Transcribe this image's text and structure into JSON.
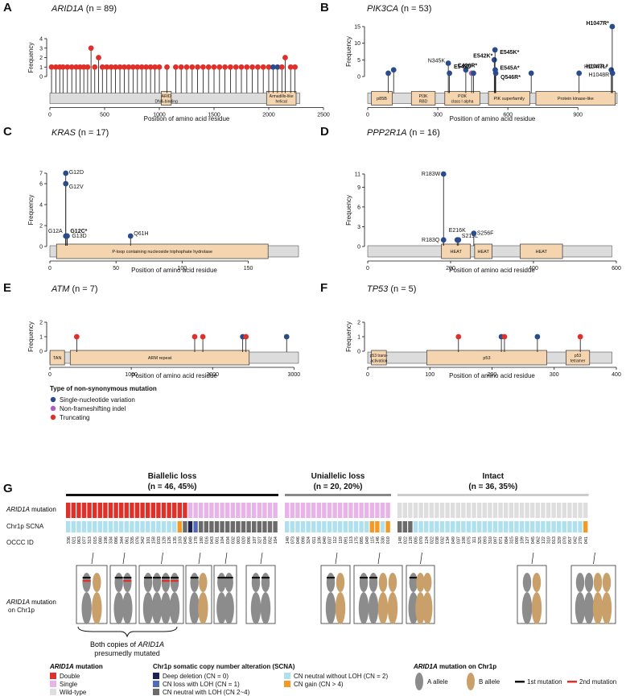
{
  "panels": [
    {
      "letter": "A",
      "gene": "ARID1A",
      "count": " (n = 89)",
      "ymax": 4,
      "yticks": [
        0,
        1,
        2,
        3,
        4
      ],
      "xmax": 2500,
      "xticks": [
        0,
        500,
        1000,
        1500,
        2000,
        2500
      ],
      "ylabel": "Frequency",
      "xlabel": "Position of amino acid residue",
      "protein_len": 2285,
      "domains": [
        {
          "start": 1018,
          "end": 1109,
          "label": "ARID\nDNA-binding"
        },
        {
          "start": 1980,
          "end": 2250,
          "label": "Armadillo-like\nhelical"
        }
      ],
      "mutations": [
        {
          "pos": 15,
          "freq": 1,
          "type": "trunc"
        },
        {
          "pos": 55,
          "freq": 1,
          "type": "trunc"
        },
        {
          "pos": 90,
          "freq": 1,
          "type": "trunc"
        },
        {
          "pos": 120,
          "freq": 1,
          "type": "trunc"
        },
        {
          "pos": 160,
          "freq": 1,
          "type": "trunc"
        },
        {
          "pos": 200,
          "freq": 1,
          "type": "trunc"
        },
        {
          "pos": 240,
          "freq": 1,
          "type": "trunc"
        },
        {
          "pos": 275,
          "freq": 1,
          "type": "trunc"
        },
        {
          "pos": 310,
          "freq": 1,
          "type": "trunc"
        },
        {
          "pos": 345,
          "freq": 1,
          "type": "trunc"
        },
        {
          "pos": 376,
          "freq": 3,
          "type": "trunc"
        },
        {
          "pos": 410,
          "freq": 1,
          "type": "trunc"
        },
        {
          "pos": 445,
          "freq": 2,
          "type": "trunc"
        },
        {
          "pos": 480,
          "freq": 1,
          "type": "trunc"
        },
        {
          "pos": 520,
          "freq": 1,
          "type": "trunc"
        },
        {
          "pos": 560,
          "freq": 1,
          "type": "trunc"
        },
        {
          "pos": 600,
          "freq": 1,
          "type": "trunc"
        },
        {
          "pos": 640,
          "freq": 1,
          "type": "trunc"
        },
        {
          "pos": 680,
          "freq": 1,
          "type": "trunc"
        },
        {
          "pos": 720,
          "freq": 1,
          "type": "trunc"
        },
        {
          "pos": 760,
          "freq": 1,
          "type": "trunc"
        },
        {
          "pos": 800,
          "freq": 1,
          "type": "trunc"
        },
        {
          "pos": 840,
          "freq": 1,
          "type": "trunc"
        },
        {
          "pos": 880,
          "freq": 1,
          "type": "trunc"
        },
        {
          "pos": 920,
          "freq": 1,
          "type": "trunc"
        },
        {
          "pos": 960,
          "freq": 1,
          "type": "trunc"
        },
        {
          "pos": 1000,
          "freq": 1,
          "type": "trunc"
        },
        {
          "pos": 1070,
          "freq": 1,
          "type": "trunc"
        },
        {
          "pos": 1150,
          "freq": 1,
          "type": "trunc"
        },
        {
          "pos": 1200,
          "freq": 1,
          "type": "trunc"
        },
        {
          "pos": 1250,
          "freq": 1,
          "type": "trunc"
        },
        {
          "pos": 1300,
          "freq": 1,
          "type": "trunc"
        },
        {
          "pos": 1350,
          "freq": 1,
          "type": "trunc"
        },
        {
          "pos": 1400,
          "freq": 1,
          "type": "trunc"
        },
        {
          "pos": 1450,
          "freq": 1,
          "type": "trunc"
        },
        {
          "pos": 1500,
          "freq": 1,
          "type": "trunc"
        },
        {
          "pos": 1550,
          "freq": 1,
          "type": "trunc"
        },
        {
          "pos": 1600,
          "freq": 1,
          "type": "trunc"
        },
        {
          "pos": 1650,
          "freq": 1,
          "type": "trunc"
        },
        {
          "pos": 1700,
          "freq": 1,
          "type": "trunc"
        },
        {
          "pos": 1750,
          "freq": 1,
          "type": "trunc"
        },
        {
          "pos": 1800,
          "freq": 1,
          "type": "trunc"
        },
        {
          "pos": 1850,
          "freq": 1,
          "type": "trunc"
        },
        {
          "pos": 1900,
          "freq": 1,
          "type": "trunc"
        },
        {
          "pos": 1950,
          "freq": 1,
          "type": "trunc"
        },
        {
          "pos": 2000,
          "freq": 1,
          "type": "trunc"
        },
        {
          "pos": 2040,
          "freq": 1,
          "type": "snv"
        },
        {
          "pos": 2080,
          "freq": 1,
          "type": "snv"
        },
        {
          "pos": 2120,
          "freq": 1,
          "type": "trunc"
        },
        {
          "pos": 2150,
          "freq": 2,
          "type": "trunc"
        },
        {
          "pos": 2200,
          "freq": 1,
          "type": "trunc"
        },
        {
          "pos": 2240,
          "freq": 1,
          "type": "trunc"
        }
      ]
    },
    {
      "letter": "B",
      "gene": "PIK3CA",
      "count": " (n = 53)",
      "ymax": 15,
      "yticks": [
        0,
        5,
        10,
        15
      ],
      "xmax": 1068,
      "xticks": [
        0,
        300,
        600,
        900
      ],
      "ylabel": "Frequency",
      "xlabel": "Position of amino acid residue",
      "protein_len": 1068,
      "domains": [
        {
          "start": 16,
          "end": 105,
          "label": "p85B"
        },
        {
          "start": 187,
          "end": 289,
          "label": "PI3K\nRBD"
        },
        {
          "start": 330,
          "end": 480,
          "label": "PI3K\nclass I alpha"
        },
        {
          "start": 517,
          "end": 694,
          "label": "PIK superfamily"
        },
        {
          "start": 720,
          "end": 1060,
          "label": "Protein kinase-like"
        }
      ],
      "mutations": [
        {
          "pos": 88,
          "freq": 1,
          "type": "snv"
        },
        {
          "pos": 111,
          "freq": 2,
          "type": "snv"
        },
        {
          "pos": 345,
          "freq": 4,
          "type": "snv",
          "label": "N345K"
        },
        {
          "pos": 350,
          "freq": 1,
          "type": "snv"
        },
        {
          "pos": 420,
          "freq": 2,
          "type": "snv",
          "label": "C420R*"
        },
        {
          "pos": 445,
          "freq": 1,
          "type": "indel",
          "label": "E545D*"
        },
        {
          "pos": 453,
          "freq": 1,
          "type": "snv"
        },
        {
          "pos": 542,
          "freq": 5,
          "type": "snv",
          "label": "E542K*"
        },
        {
          "pos": 545,
          "freq": 8,
          "type": "snv",
          "label": "E545K*"
        },
        {
          "pos": 546,
          "freq": 2,
          "type": "snv",
          "label": "E545A*"
        },
        {
          "pos": 548,
          "freq": 1,
          "type": "snv",
          "label": "Q546R*"
        },
        {
          "pos": 700,
          "freq": 1,
          "type": "snv"
        },
        {
          "pos": 905,
          "freq": 1,
          "type": "snv"
        },
        {
          "pos": 1043,
          "freq": 2,
          "type": "snv",
          "label": "H1047L*"
        },
        {
          "pos": 1047,
          "freq": 15,
          "type": "snv",
          "label": "H1047R*"
        },
        {
          "pos": 1048,
          "freq": 1,
          "type": "snv",
          "label": "H1048R"
        }
      ],
      "extra_labels": [
        "H1047R+"
      ]
    },
    {
      "letter": "C",
      "gene": "KRAS",
      "count": " (n = 17)",
      "ymax": 7,
      "yticks": [
        0,
        2,
        4,
        6,
        7
      ],
      "xmax": 188,
      "xticks": [
        0,
        50,
        100,
        150
      ],
      "ylabel": "Frequency",
      "xlabel": "Position of amino acid residue",
      "protein_len": 188,
      "domains": [
        {
          "start": 5,
          "end": 165,
          "label": "P-loop containing nucleoside triphophate hydrolase"
        }
      ],
      "mutations": [
        {
          "pos": 12,
          "freq": 7,
          "type": "snv",
          "label": "G12D"
        },
        {
          "pos": 12,
          "freq": 6,
          "type": "snv",
          "label": "G12V"
        },
        {
          "pos": 12,
          "freq": 1,
          "type": "snv",
          "label": "G12A"
        },
        {
          "pos": 13,
          "freq": 1,
          "type": "snv",
          "label": "G12C*"
        },
        {
          "pos": 13,
          "freq": 1,
          "type": "snv",
          "label": "G13D"
        },
        {
          "pos": 61,
          "freq": 1,
          "type": "snv",
          "label": "Q61H"
        }
      ]
    },
    {
      "letter": "D",
      "gene": "PPP2R1A",
      "count": " (n = 16)",
      "ymax": 11,
      "yticks": [
        0,
        3,
        6,
        9,
        11
      ],
      "xmax": 600,
      "xticks": [
        0,
        200,
        400,
        600
      ],
      "ylabel": "Frequency",
      "xlabel": "Position of amino acid residue",
      "protein_len": 589,
      "domains": [
        {
          "start": 178,
          "end": 248,
          "label": "HEAT"
        },
        {
          "start": 258,
          "end": 300,
          "label": "HEAT"
        },
        {
          "start": 368,
          "end": 470,
          "label": "HEAT"
        }
      ],
      "mutations": [
        {
          "pos": 183,
          "freq": 11,
          "type": "snv",
          "label": "R183W"
        },
        {
          "pos": 183,
          "freq": 1,
          "type": "snv",
          "label": "R183Q"
        },
        {
          "pos": 216,
          "freq": 1,
          "type": "snv",
          "label": "E216K"
        },
        {
          "pos": 219,
          "freq": 1,
          "type": "snv",
          "label": "S219L"
        },
        {
          "pos": 256,
          "freq": 2,
          "type": "snv",
          "label": "S256F"
        }
      ]
    },
    {
      "letter": "E",
      "gene": "ATM",
      "count": " (n = 7)",
      "ymax": 2,
      "yticks": [
        0,
        1,
        2
      ],
      "xmax": 3056,
      "xticks": [
        0,
        1000,
        2000,
        3000
      ],
      "ylabel": "Frequency",
      "xlabel": "Position of amino acid residue",
      "protein_len": 3056,
      "domains": [
        {
          "start": 1,
          "end": 180,
          "label": "TAN"
        },
        {
          "start": 250,
          "end": 2450,
          "label": "ARM repeat"
        }
      ],
      "mutations": [
        {
          "pos": 330,
          "freq": 1,
          "type": "trunc"
        },
        {
          "pos": 1780,
          "freq": 1,
          "type": "trunc"
        },
        {
          "pos": 1880,
          "freq": 1,
          "type": "trunc"
        },
        {
          "pos": 2370,
          "freq": 1,
          "type": "snv"
        },
        {
          "pos": 2410,
          "freq": 1,
          "type": "trunc"
        },
        {
          "pos": 2910,
          "freq": 1,
          "type": "snv"
        }
      ]
    },
    {
      "letter": "F",
      "gene": "TP53",
      "count": " (n = 5)",
      "ymax": 2,
      "yticks": [
        0,
        1,
        2
      ],
      "xmax": 400,
      "xticks": [
        0,
        100,
        200,
        300,
        400
      ],
      "ylabel": "Frequency",
      "xlabel": "Position of amino acid residue",
      "protein_len": 393,
      "domains": [
        {
          "start": 6,
          "end": 30,
          "label": "p53 trans-\nactivation"
        },
        {
          "start": 95,
          "end": 288,
          "label": "p53"
        },
        {
          "start": 319,
          "end": 357,
          "label": "p53\ntetramer"
        }
      ],
      "mutations": [
        {
          "pos": 146,
          "freq": 1,
          "type": "trunc"
        },
        {
          "pos": 215,
          "freq": 1,
          "type": "snv"
        },
        {
          "pos": 220,
          "freq": 1,
          "type": "trunc"
        },
        {
          "pos": 273,
          "freq": 1,
          "type": "snv"
        },
        {
          "pos": 342,
          "freq": 1,
          "type": "trunc"
        }
      ]
    }
  ],
  "mutation_legend": {
    "title": "Type of non-synonymous mutation",
    "items": [
      {
        "type": "snv",
        "label": "Single-nucleotide variation",
        "color": "#2b4c8c"
      },
      {
        "type": "indel",
        "label": "Non-frameshifting indel",
        "color": "#b05dbd"
      },
      {
        "type": "trunc",
        "label": "Truncating",
        "color": "#e0302a"
      }
    ]
  },
  "panel_g": {
    "letter": "G",
    "groups": [
      {
        "title": "Biallelic loss",
        "subtitle": "(n = 46, 45%)",
        "color": "#111111"
      },
      {
        "title": "Uniallelic loss",
        "subtitle": "(n = 20, 20%)",
        "color": "#888888"
      },
      {
        "title": "Intact",
        "subtitle": "(n = 36, 35%)",
        "color": "#cccccc"
      }
    ],
    "row_labels": {
      "arid": "ARID1A",
      "arid_suffix": " mutation",
      "scna": "Chr1p SCNA",
      "id": "OCCC ID",
      "chr_line1_italic": "ARID1A",
      "chr_line1": " mutation",
      "chr_line2": "on Chr1p"
    },
    "ids": [
      "336",
      "021",
      "063",
      "077",
      "313",
      "015",
      "080",
      "106",
      "334",
      "086",
      "344",
      "061",
      "335",
      "076",
      "342",
      "101",
      "158",
      "033",
      "128",
      "126",
      "135",
      "103",
      "045",
      "049",
      "178",
      "180",
      "016",
      "043",
      "001",
      "104",
      "034",
      "032",
      "003",
      "020",
      "096",
      "107",
      "327",
      "034",
      "052",
      "164",
      "140",
      "073",
      "046",
      "098",
      "324",
      "011",
      "106",
      "040",
      "037",
      "112",
      "119",
      "091",
      "113",
      "175",
      "085",
      "049",
      "115",
      "146",
      "330",
      "010",
      "148",
      "022",
      "128",
      "005",
      "070",
      "124",
      "022",
      "038",
      "032",
      "134",
      "049",
      "037",
      "108",
      "075",
      "111",
      "325",
      "093",
      "310",
      "097",
      "071",
      "084",
      "315",
      "090",
      "109",
      "127",
      "045",
      "062",
      "122",
      "310",
      "013",
      "329",
      "070",
      "057",
      "042",
      "270",
      "041"
    ],
    "arid_status": [
      "d",
      "d",
      "d",
      "d",
      "d",
      "d",
      "d",
      "d",
      "d",
      "d",
      "d",
      "d",
      "d",
      "d",
      "d",
      "d",
      "d",
      "d",
      "d",
      "d",
      "d",
      "d",
      "d",
      "s",
      "s",
      "s",
      "s",
      "s",
      "s",
      "s",
      "s",
      "s",
      "s",
      "s",
      "s",
      "s",
      "s",
      "s",
      "s",
      "s",
      "s",
      "s",
      "s",
      "s",
      "s",
      "s",
      "s",
      "s",
      "s",
      "s",
      "s",
      "s",
      "s",
      "s",
      "s",
      "s",
      "s",
      "s",
      "s",
      "s",
      "w",
      "w",
      "w",
      "w",
      "w",
      "w",
      "w",
      "w",
      "w",
      "w",
      "w",
      "w",
      "w",
      "w",
      "w",
      "w",
      "w",
      "w",
      "w",
      "w",
      "w",
      "w",
      "w",
      "w",
      "w",
      "w",
      "w",
      "w",
      "w",
      "w",
      "w",
      "w",
      "w",
      "w",
      "w",
      "w"
    ],
    "scna_status": [
      "cn2",
      "cn2",
      "cn2",
      "cn2",
      "cn2",
      "cn2",
      "cn2",
      "cn2",
      "cn2",
      "cn2",
      "cn2",
      "cn2",
      "cn2",
      "cn2",
      "cn2",
      "cn2",
      "cn2",
      "cn2",
      "cn2",
      "cn2",
      "cn2",
      "cngain",
      "lohn",
      "del",
      "loh1",
      "lohn",
      "lohn",
      "lohn",
      "lohn",
      "lohn",
      "lohn",
      "lohn",
      "lohn",
      "lohn",
      "lohn",
      "lohn",
      "lohn",
      "lohn",
      "lohn",
      "lohn",
      "cn2",
      "cn2",
      "cn2",
      "cn2",
      "cn2",
      "cn2",
      "cn2",
      "cn2",
      "cn2",
      "cn2",
      "cn2",
      "cn2",
      "cn2",
      "cn2",
      "cn2",
      "cn2",
      "cngain",
      "cngain",
      "cn2",
      "cngain",
      "lohn",
      "lohn",
      "lohn",
      "cn2",
      "cn2",
      "cn2",
      "cn2",
      "cn2",
      "cn2",
      "cn2",
      "cn2",
      "cn2",
      "cn2",
      "cn2",
      "cn2",
      "cn2",
      "cn2",
      "cn2",
      "cn2",
      "cn2",
      "cn2",
      "cn2",
      "cn2",
      "cn2",
      "cn2",
      "cn2",
      "cn2",
      "cn2",
      "cn2",
      "cn2",
      "cn2",
      "cn2",
      "cn2",
      "cn2",
      "cn2",
      "cngain"
    ],
    "brace_label_line1_prefix": "Both copies of ",
    "brace_label_line1_italic": "ARID1A",
    "brace_label_line2": "presumedly mutated",
    "legend_arid": {
      "title_italic": "ARID1A",
      "title": " mutation",
      "items": [
        {
          "label": "Double",
          "color": "#e0302a"
        },
        {
          "label": "Single",
          "color": "#e8b4e8"
        },
        {
          "label": "Wild-type",
          "color": "#dedede"
        }
      ]
    },
    "legend_scna": {
      "title": "Chr1p somatic copy number alteration (SCNA)",
      "items": [
        {
          "label": "Deep deletion (CN = 0)",
          "color": "#1d2350"
        },
        {
          "label": "CN loss with LOH (CN = 1)",
          "color": "#4f6ab6"
        },
        {
          "label": "CN neutral with LOH (CN 2~4)",
          "color": "#6b6b6b"
        },
        {
          "label": "CN neutral without LOH (CN = 2)",
          "color": "#aee0ee"
        },
        {
          "label": "CN gain (CN > 4)",
          "color": "#f49a24"
        }
      ]
    },
    "legend_chr": {
      "title_italic": "ARID1A",
      "title": " mutation on Chr1p",
      "a_allele": "A allele",
      "b_allele": "B allele",
      "m1": "1st mutation",
      "m2": "2nd mutation",
      "a_color": "#8c8c8c",
      "b_color": "#c9a06a"
    }
  }
}
